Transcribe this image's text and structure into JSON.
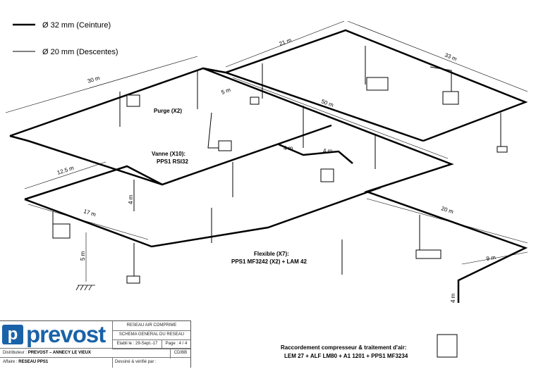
{
  "legend": [
    {
      "label": "Ø 32 mm (Ceinture)"
    },
    {
      "label": "Ø 20 mm (Descentes)"
    }
  ],
  "dimensions": [
    "30 m",
    "21 m",
    "33 m",
    "5 m",
    "50 m",
    "4 m",
    "4 m",
    "12.5 m",
    "17 m",
    "4 m",
    "5 m",
    "20 m",
    "9 m",
    "4 m"
  ],
  "annotations": {
    "purge": "Purge (X2)",
    "vanne_1": "Vanne (X10):",
    "vanne_2": "PPS1 RSI32",
    "flexible_1": "Flexible (X7):",
    "flexible_2": "PPS1 MF3242 (X2) + LAM 42",
    "raccord_1": "Raccordement compresseur & traitement d'air:",
    "raccord_2": "LEM 27 + ALF LM80 + A1 1201 + PPS1 MF3234"
  },
  "title_block": {
    "logo_text": "prevost",
    "line1": "RESEAU AIR COMPRIME",
    "line2": "SCHEMA GENERAL DU RESEAU",
    "date": "Etabli le : 29-Sept.-17",
    "page": "Page : 4 / 4",
    "distributeur_label": "Distributeur :",
    "distributeur": "PREVOST – ANNECY LE VIEUX",
    "initials": "CD/BB",
    "affaire_label": "Affaire :",
    "affaire": "RESEAU PPS1",
    "dessine": "Dessiné & vérifié par :"
  }
}
